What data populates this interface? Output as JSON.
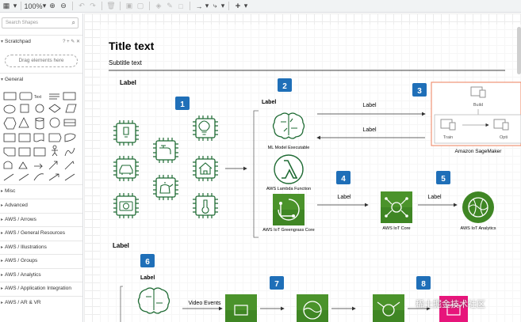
{
  "toolbar": {
    "zoom": "100%",
    "zoom_in": "⊕",
    "zoom_out": "⊖",
    "undo": "↶",
    "redo": "↷",
    "delete": "🗑",
    "to_front": "▣",
    "to_back": "▢",
    "fill": "◈",
    "line_color": "✎",
    "shadow": "□",
    "connection": "→",
    "waypoints": "⤷",
    "insert": "+"
  },
  "sidebar": {
    "search_placeholder": "Search Shapes",
    "scratchpad": "Scratchpad",
    "scratchpad_tools": "? + ✎ ✕",
    "drag_hint": "Drag elements here",
    "general": "General",
    "sections": [
      "Misc",
      "Advanced",
      "AWS / Arrows",
      "AWS / General Resources",
      "AWS / Illustrations",
      "AWS / Groups",
      "AWS / Analytics",
      "AWS / Application Integration",
      "AWS / AR & VR"
    ]
  },
  "diagram": {
    "title": "Title text",
    "subtitle": "Subtitle text",
    "label_main": "Label",
    "label_second": "Label",
    "steps": [
      "1",
      "2",
      "3",
      "4",
      "5",
      "6",
      "7",
      "8"
    ],
    "label_ml": "Label",
    "label_sagemaker_in": "Label",
    "label_sagemaker_out": "Label",
    "label_step4": "Label",
    "label_step5": "Label",
    "label_step6": "Label",
    "ml_model": "ML Model Executable",
    "lambda": "AWS Lambda Function",
    "greengrass": "AWS IoT Greengrass Core",
    "iot_core": "AWS IoT Core",
    "iot_analytics": "AWS IoT Analytics",
    "sagemaker": "Amazon SageMaker",
    "build": "Build",
    "train": "Train",
    "optimize": "Opti",
    "video_events": "Video Events"
  },
  "colors": {
    "badge": "#1f6fb8",
    "device_green": "#1f6b34",
    "service_green": "#3f8624",
    "sagemaker_border": "#ed7f5b",
    "magenta": "#e7157b"
  },
  "watermark": "稀土掘金技术社区"
}
